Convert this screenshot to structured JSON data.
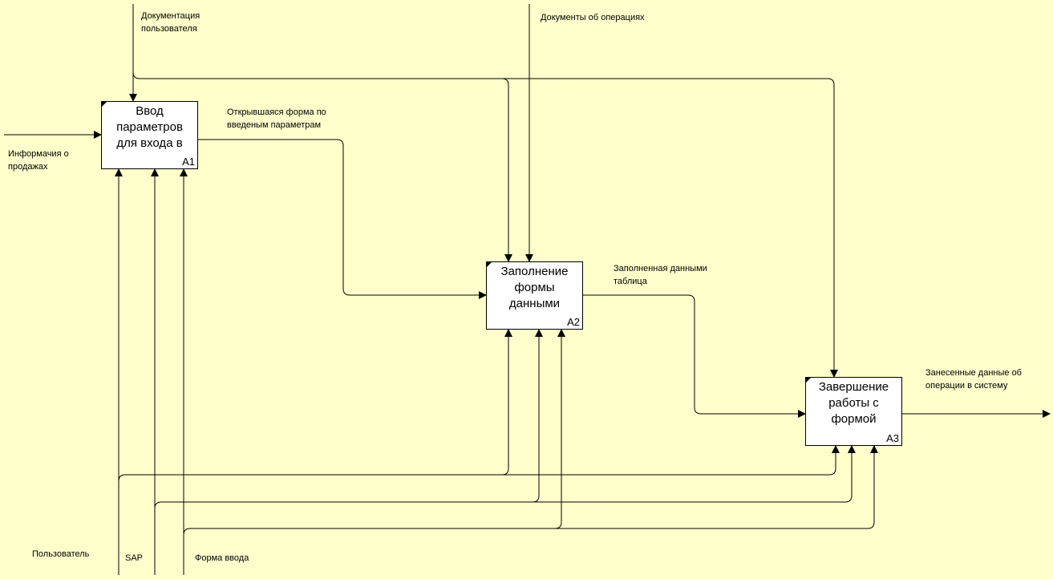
{
  "colors": {
    "background": "#ffffcc",
    "box_fill": "#ffffff",
    "stroke": "#000000"
  },
  "activities": [
    {
      "title_lines": [
        "Ввод",
        "параметров",
        "для входа в"
      ],
      "number": "A1"
    },
    {
      "title_lines": [
        "Заполнение",
        "формы",
        "данными"
      ],
      "number": "A2"
    },
    {
      "title_lines": [
        "Завершение",
        "работы с",
        "формой"
      ],
      "number": "A3"
    }
  ],
  "arrows": {
    "input_info": [
      "Информачия о",
      "продажах"
    ],
    "control_user_docs": [
      "Документация",
      "пользователя"
    ],
    "control_op_docs": [
      "Документы об операциях"
    ],
    "flow_a1_a2": [
      "Открывшаяся форма по",
      "введеным параметрам"
    ],
    "flow_a2_a3": [
      "Заполненная данными",
      "таблица"
    ],
    "output": [
      "Занесенные данные об",
      "операции в систему"
    ],
    "mech_user": [
      "Пользователь"
    ],
    "mech_sap": [
      "SAP"
    ],
    "mech_form": [
      "Форма ввода"
    ]
  }
}
